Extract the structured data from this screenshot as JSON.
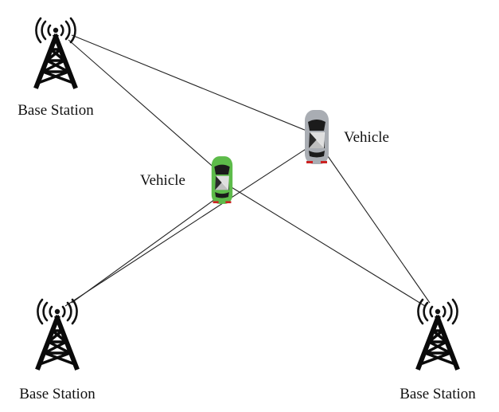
{
  "diagram": {
    "base_stations": [
      {
        "id": "bs-top-left",
        "label": "Base Station"
      },
      {
        "id": "bs-bottom-left",
        "label": "Base Station"
      },
      {
        "id": "bs-bottom-right",
        "label": "Base Station"
      }
    ],
    "vehicles": [
      {
        "id": "vehicle-gray",
        "label": "Vehicle",
        "color": "#a9adb3"
      },
      {
        "id": "vehicle-green",
        "label": "Vehicle",
        "color": "#5dbb4a"
      }
    ],
    "links": [
      {
        "from": "bs-top-left",
        "to": "vehicle-gray"
      },
      {
        "from": "bs-top-left",
        "to": "vehicle-green"
      },
      {
        "from": "bs-bottom-left",
        "to": "vehicle-gray"
      },
      {
        "from": "bs-bottom-left",
        "to": "vehicle-green"
      },
      {
        "from": "bs-bottom-right",
        "to": "vehicle-gray"
      },
      {
        "from": "bs-bottom-right",
        "to": "vehicle-green"
      }
    ]
  }
}
